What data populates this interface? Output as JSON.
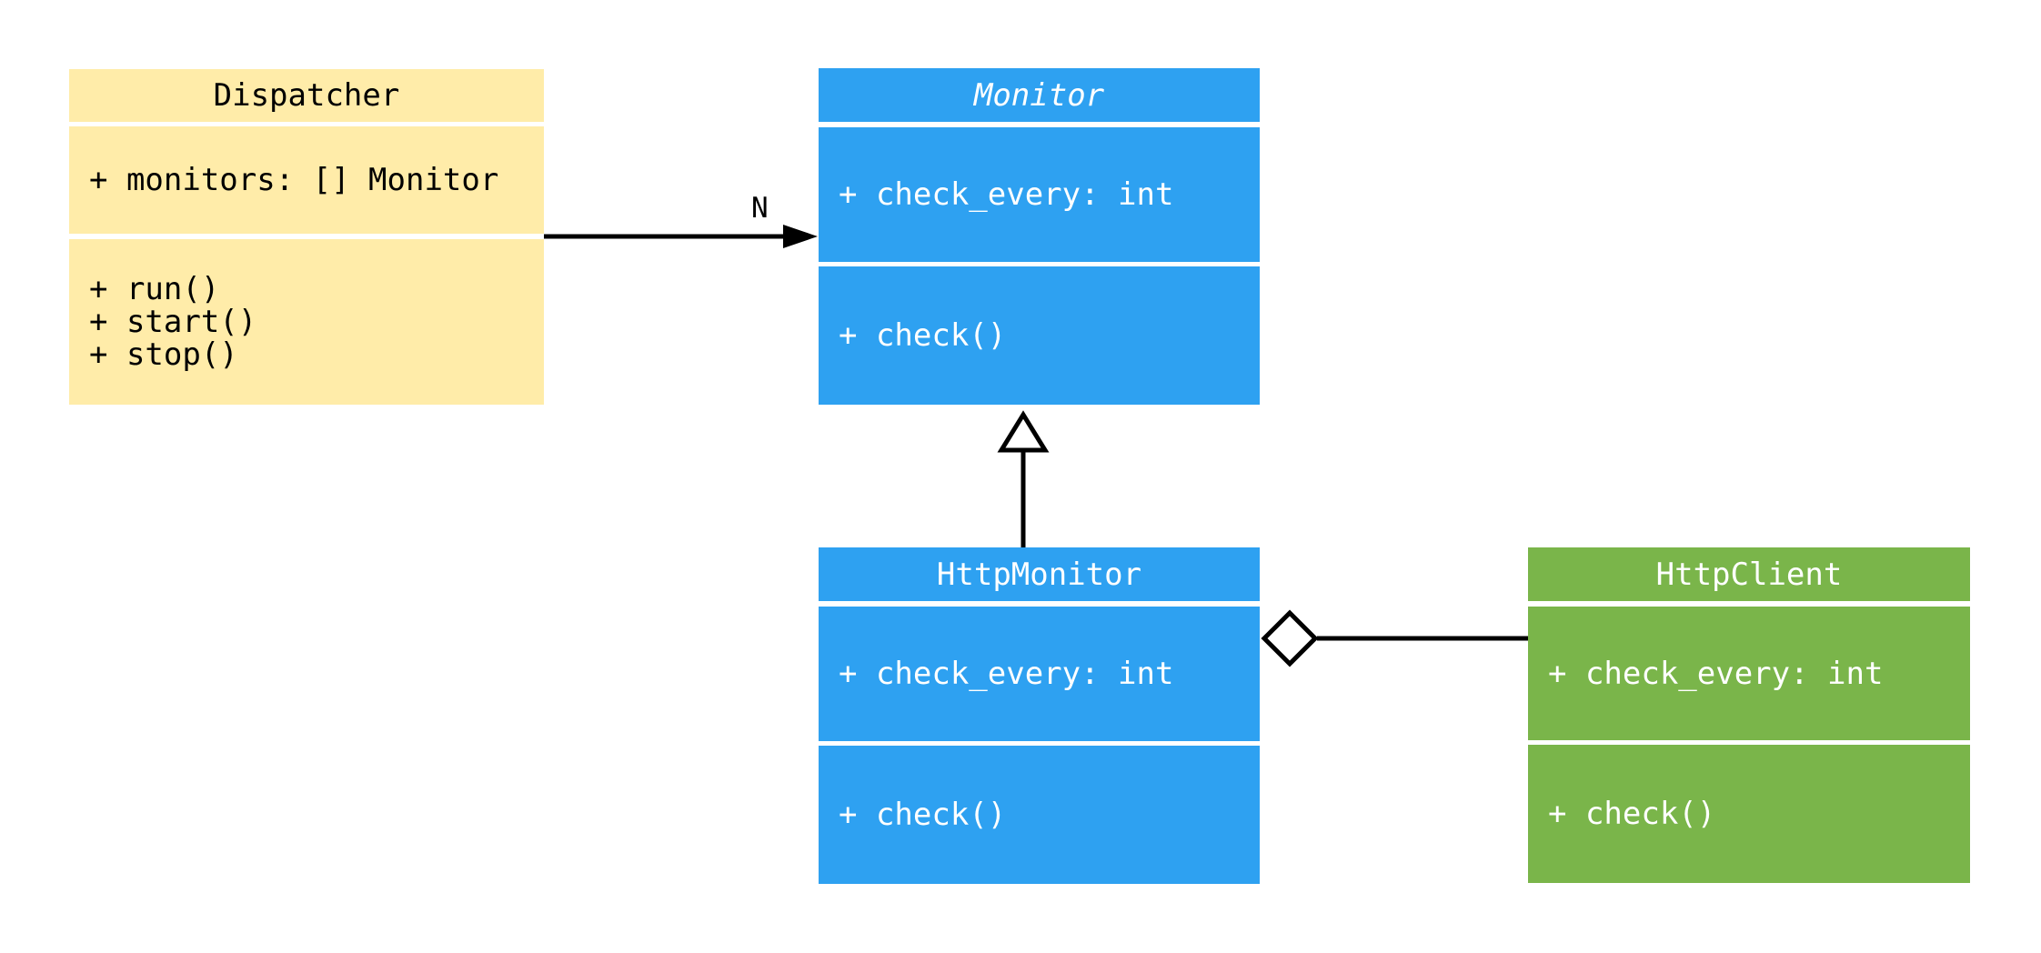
{
  "diagram": {
    "type": "uml-class-diagram",
    "classes": [
      {
        "name": "Dispatcher",
        "abstract": false,
        "fill_color": "#ffeca9",
        "text_color": "#000000",
        "attributes": [
          "+ monitors: [] Monitor"
        ],
        "methods": [
          "+ run()",
          "+ start()",
          "+ stop()"
        ]
      },
      {
        "name": "Monitor",
        "abstract": true,
        "fill_color": "#2ea1f1",
        "text_color": "#ffffff",
        "attributes": [
          "+ check_every: int"
        ],
        "methods": [
          "+ check()"
        ]
      },
      {
        "name": "HttpMonitor",
        "abstract": false,
        "fill_color": "#2ea1f1",
        "text_color": "#ffffff",
        "attributes": [
          "+ check_every: int"
        ],
        "methods": [
          "+ check()"
        ]
      },
      {
        "name": "HttpClient",
        "abstract": false,
        "fill_color": "#7ab54a",
        "text_color": "#ffffff",
        "attributes": [
          "+ check_every: int"
        ],
        "methods": [
          "+ check()"
        ]
      }
    ],
    "edges": [
      {
        "from": "Dispatcher",
        "to": "Monitor",
        "type": "association-arrow",
        "label": "N"
      },
      {
        "from": "HttpMonitor",
        "to": "Monitor",
        "type": "inheritance",
        "label": ""
      },
      {
        "from": "HttpMonitor",
        "to": "HttpClient",
        "type": "aggregation",
        "label": ""
      }
    ],
    "palette": {
      "background": "#ffffff",
      "line_color": "#000000",
      "yellow_box": "#ffeca9",
      "blue_box": "#2ea1f1",
      "green_box": "#7ab54a"
    }
  }
}
